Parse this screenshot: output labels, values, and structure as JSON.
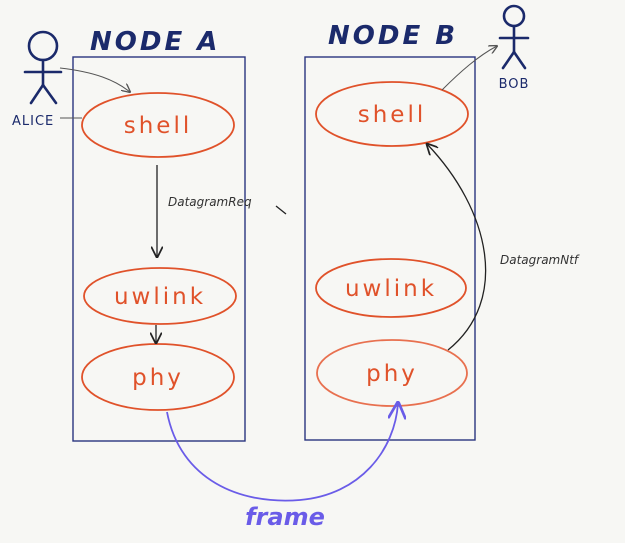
{
  "nodes": {
    "a": {
      "title": "NODE A"
    },
    "b": {
      "title": "NODE B"
    }
  },
  "actors": {
    "alice": "ALICE",
    "bob": "BOB"
  },
  "layers": {
    "a": [
      "shell",
      "uwlink",
      "phy"
    ],
    "b": [
      "shell",
      "uwlink",
      "phy"
    ]
  },
  "messages": {
    "req": "DatagramReq",
    "ntf": "DatagramNtf",
    "frame": "frame"
  },
  "colors": {
    "ink": "#1b2a6b",
    "layer": "#e0522a",
    "layer_light": "#e8704f",
    "frame": "#6a5ce8",
    "background": "#f7f7f4"
  }
}
